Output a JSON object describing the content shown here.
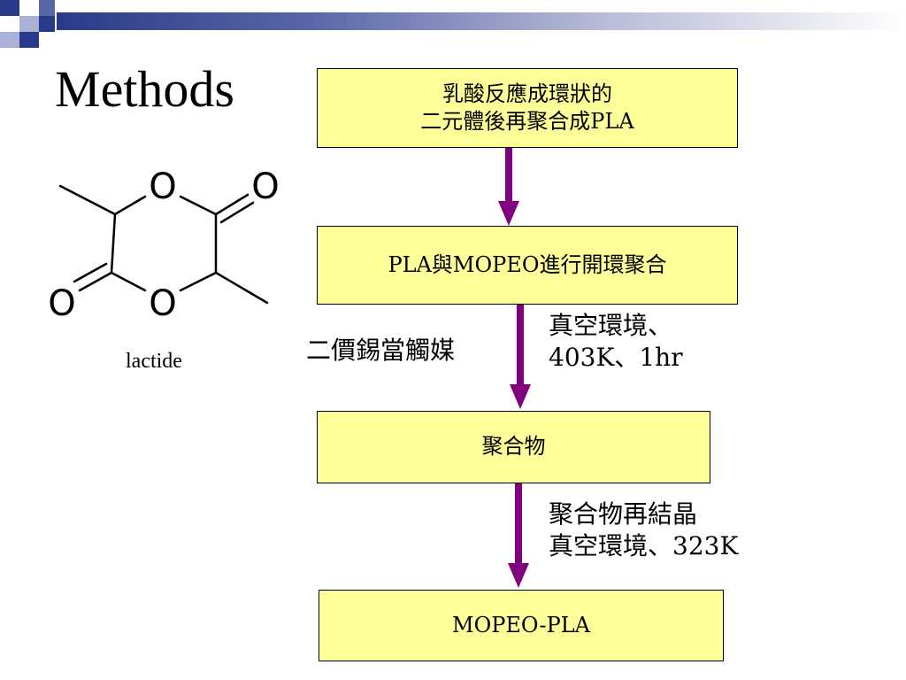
{
  "title": "Methods",
  "molecule": {
    "label": "lactide",
    "atoms": [
      "O",
      "O",
      "O",
      "O"
    ]
  },
  "flow": {
    "steps": [
      {
        "lines": [
          "乳酸反應成環狀的",
          "二元體後再聚合成PLA"
        ]
      },
      {
        "text": "PLA與MOPEO進行開環聚合"
      },
      {
        "text": "聚合物"
      },
      {
        "text": "MOPEO-PLA"
      }
    ],
    "notes": {
      "catalyst": "二價錫當觸媒",
      "condition_1": [
        "真空環境、",
        "403K、1hr"
      ],
      "condition_2": [
        "聚合物再結晶",
        "真空環境、323K"
      ]
    }
  },
  "colors": {
    "box_fill": "#ffff99",
    "arrow": "#800080",
    "accent": "#2a3a8a"
  }
}
